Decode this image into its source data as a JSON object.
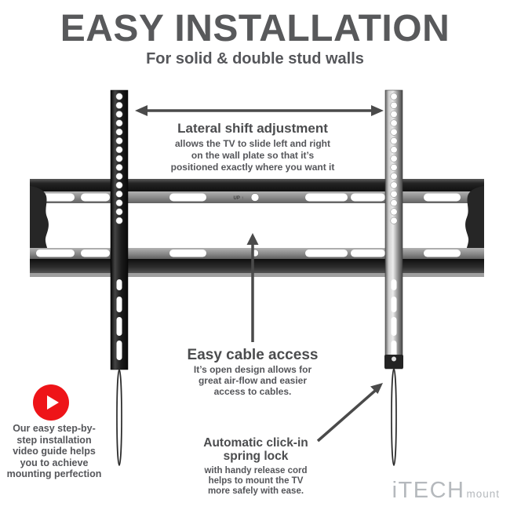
{
  "title": "EASY INSTALLATION",
  "subtitle": "For solid & double stud walls",
  "lateral": {
    "heading": "Lateral shift adjustment",
    "line1": "allows the TV to slide left and right",
    "line2": "on the wall plate so that it’s",
    "line3": "positioned exactly where you want it"
  },
  "cable": {
    "heading": "Easy cable access",
    "line1": "It’s open design allows for",
    "line2": "great air-flow and easier",
    "line3": "access to cables."
  },
  "spring": {
    "heading1": "Automatic click-in",
    "heading2": "spring lock",
    "line1": "with handy release cord",
    "line2": "helps to mount the TV",
    "line3": "more safely with ease."
  },
  "video": {
    "line1": "Our easy step-by-",
    "line2": "step installation",
    "line3": "video guide helps",
    "line4": "you to achieve",
    "line5": "mounting perfection"
  },
  "mount": {
    "up_marking": "UP ↑"
  },
  "logo": {
    "brand": "iTECH",
    "suffix": "mount"
  },
  "colors": {
    "text_dark": "#58595b",
    "arrow": "#4a4a4a",
    "play_red": "#ee1418",
    "logo_gray": "#b5b9bd",
    "mount_black": "#1c1c1c",
    "strip_gray": "#8c8c8c"
  }
}
